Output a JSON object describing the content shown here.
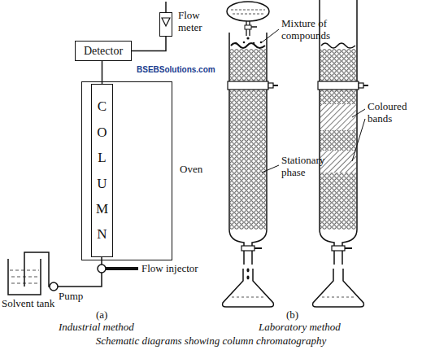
{
  "diagram": {
    "caption": "Schematic diagrams showing column chromatography",
    "nodes": [
      {
        "text": [
          "Flow meter"
        ]
      },
      {
        "text": [
          "Detector"
        ]
      },
      {
        "text": [
          "Oven"
        ]
      },
      {
        "text": [
          "COLUMN"
        ],
        "in": 2
      }
    ],
    "edges": [
      {
        "from": 3,
        "to": 1,
        "arrow": "none"
      },
      {
        "from": 1,
        "to": 0,
        "arrow": "none"
      }
    ],
    "labels": [
      "BSEBSolutions.com",
      "Mixture of compounds",
      "Stationary phase",
      "Coloured bands",
      "Solvent tank",
      "Pump",
      "Flow injector",
      "(a)",
      "Industrial method",
      "(b)",
      "Laboratory method"
    ]
  }
}
